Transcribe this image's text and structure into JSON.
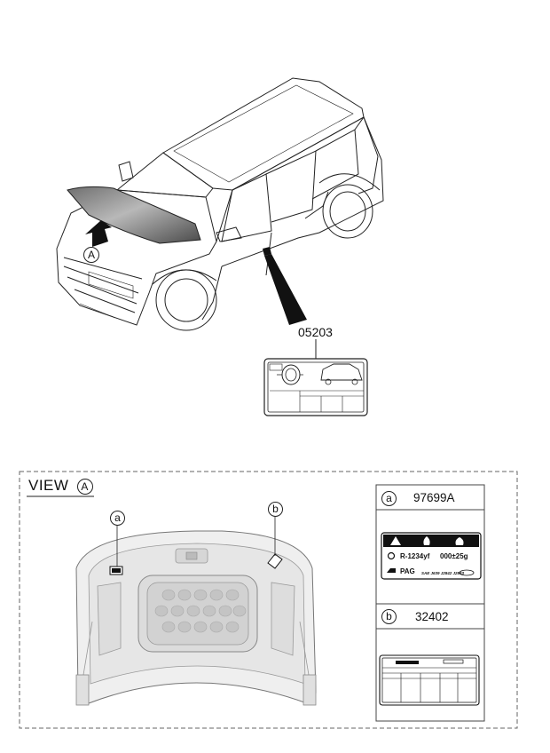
{
  "main_view": {
    "view_marker": "A",
    "label_part_number": "05203"
  },
  "view_a": {
    "title": "VIEW",
    "marker": "A",
    "callout_a": "a",
    "callout_b": "b"
  },
  "legend": {
    "item_a": {
      "letter": "a",
      "part_number": "97699A",
      "refrigerant": "R-1234yf",
      "charge": "000±25g",
      "oil": "PAG",
      "oil_spec": "SAE J639 J2842 J2843"
    },
    "item_b": {
      "letter": "b",
      "part_number": "32402"
    }
  }
}
